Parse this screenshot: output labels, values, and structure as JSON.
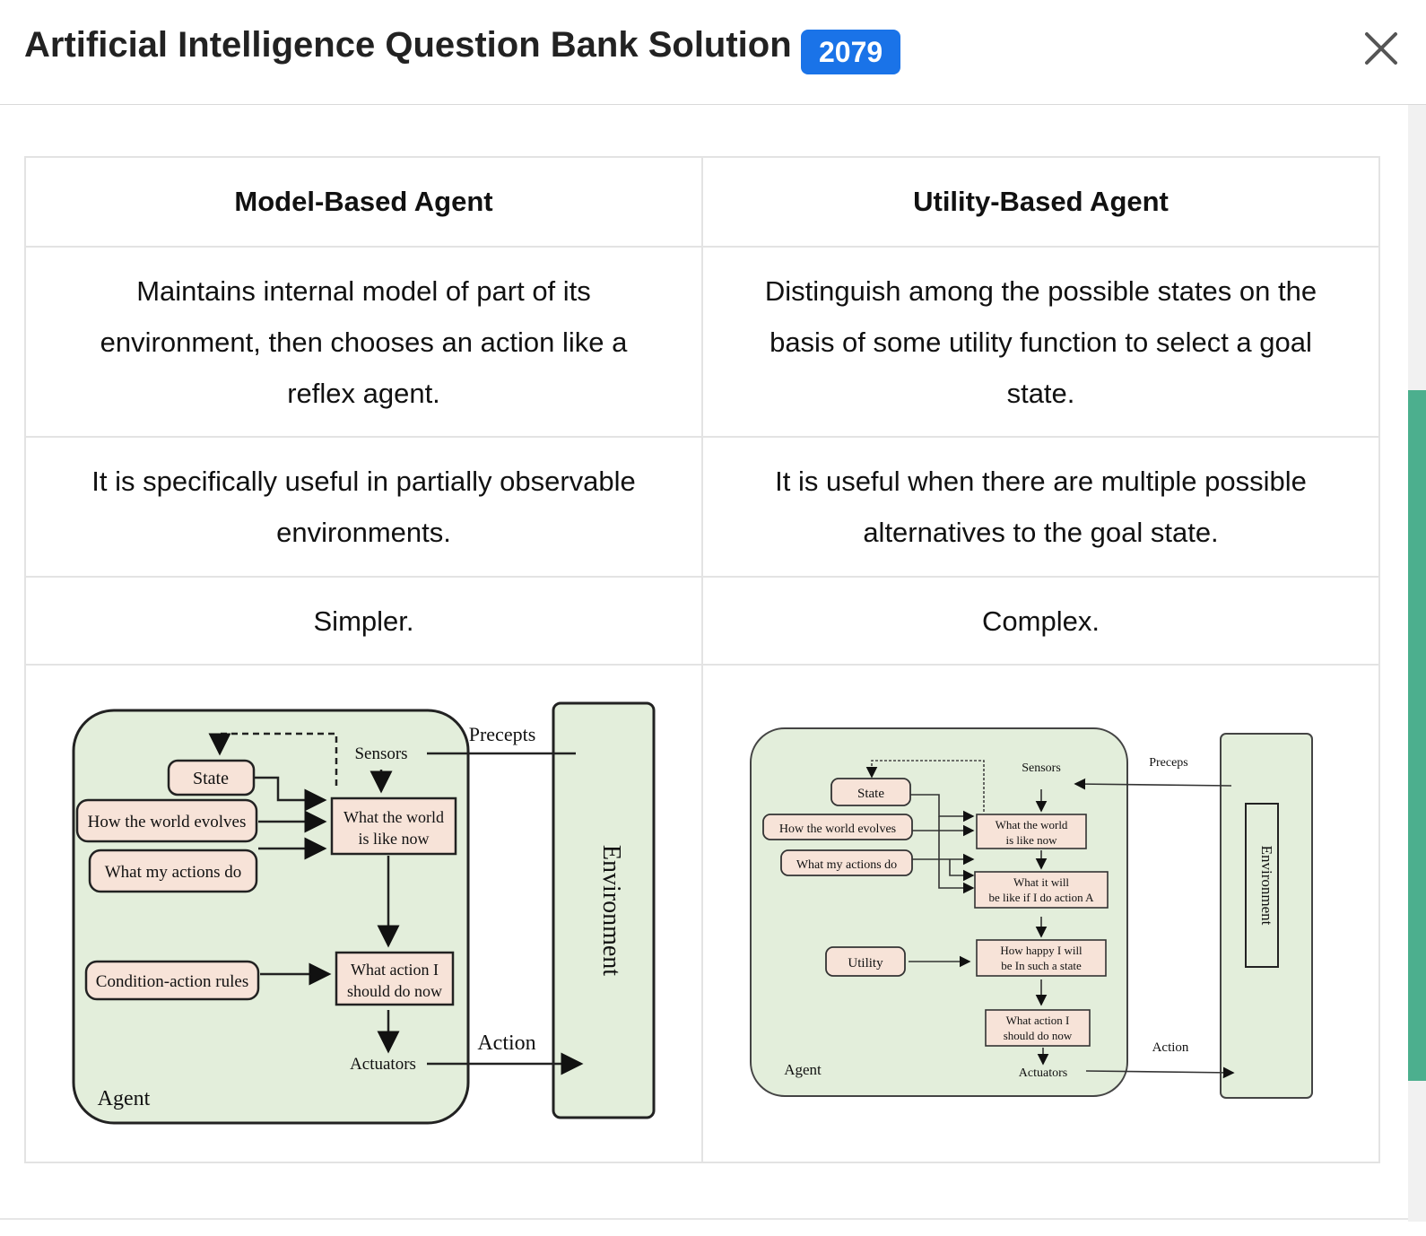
{
  "header": {
    "title": "Artificial Intelligence Question Bank Solution",
    "badge": "2079",
    "close_icon": "close-icon"
  },
  "table": {
    "columns": [
      "Model-Based Agent",
      "Utility-Based Agent"
    ],
    "rows": [
      [
        "Maintains internal model of part of its environment, then chooses an action like a reflex agent.",
        "Distinguish among the possible states on the basis of some utility function to select a goal state."
      ],
      [
        "It is specifically useful in partially observable environments.",
        "It is useful when there are multiple possible alternatives to the goal state."
      ],
      [
        "Simpler.",
        "Complex."
      ]
    ]
  },
  "diagram_model": {
    "state": "State",
    "world_evolves": "How the world evolves",
    "actions_do": "What my actions do",
    "rules": "Condition-action rules",
    "sensors": "Sensors",
    "world_now_1": "What the world",
    "world_now_2": "is like now",
    "action_now_1": "What action I",
    "action_now_2": "should do now",
    "actuators": "Actuators",
    "agent": "Agent",
    "precepts": "Precepts",
    "action": "Action",
    "environment": "Environment"
  },
  "diagram_utility": {
    "state": "State",
    "world_evolves": "How the world evolves",
    "actions_do": "What my actions do",
    "utility": "Utility",
    "sensors": "Sensors",
    "world_now_1": "What the world",
    "world_now_2": "is like now",
    "will_be_1": "What it will",
    "will_be_2": "be like if I do action A",
    "happy_1": "How happy I will",
    "happy_2": "be In such a state",
    "action_now_1": "What action I",
    "action_now_2": "should do now",
    "actuators": "Actuators",
    "agent": "Agent",
    "preceps": "Preceps",
    "action": "Action",
    "environment": "Environment"
  },
  "colors": {
    "badge": "#1a73e8",
    "scrollbar": "#4caf8e",
    "diagram_fill": "#e3eedb",
    "box_fill": "#f7e3d8"
  }
}
